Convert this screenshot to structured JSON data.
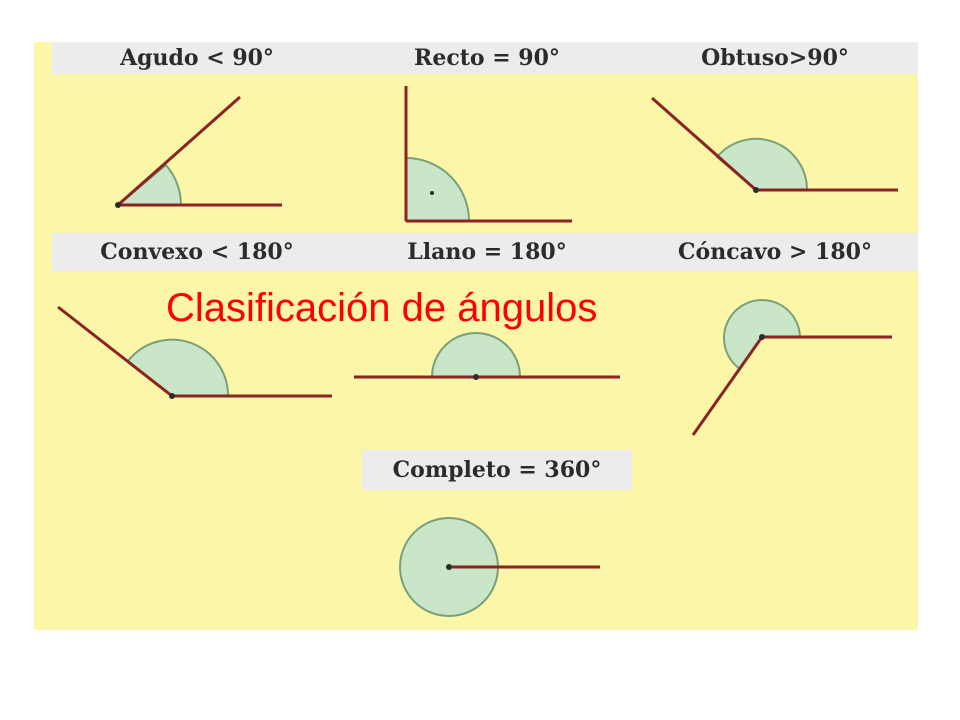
{
  "title": "Clasificación de ángulos",
  "colors": {
    "panel_background": "#fbf6a8",
    "label_strip": "#ececec",
    "ray": "#8b2323",
    "arc_fill": "#c9e6c9",
    "arc_stroke": "#7aa07a",
    "title_text": "#ff0000"
  },
  "angles": [
    {
      "name": "Agudo",
      "label": "Agudo < 90°",
      "degrees": 40,
      "comparison": "<"
    },
    {
      "name": "Recto",
      "label": "Recto = 90°",
      "degrees": 90,
      "comparison": "="
    },
    {
      "name": "Obtuso",
      "label": "Obtuso>90°",
      "degrees": 140,
      "comparison": ">"
    },
    {
      "name": "Convexo",
      "label": "Convexo < 180°",
      "degrees": 150,
      "comparison": "<"
    },
    {
      "name": "Llano",
      "label": "Llano = 180°",
      "degrees": 180,
      "comparison": "="
    },
    {
      "name": "Cóncavo",
      "label": "Cóncavo > 180°",
      "degrees": 235,
      "comparison": ">"
    },
    {
      "name": "Completo",
      "label": "Completo = 360°",
      "degrees": 360,
      "comparison": "="
    }
  ]
}
